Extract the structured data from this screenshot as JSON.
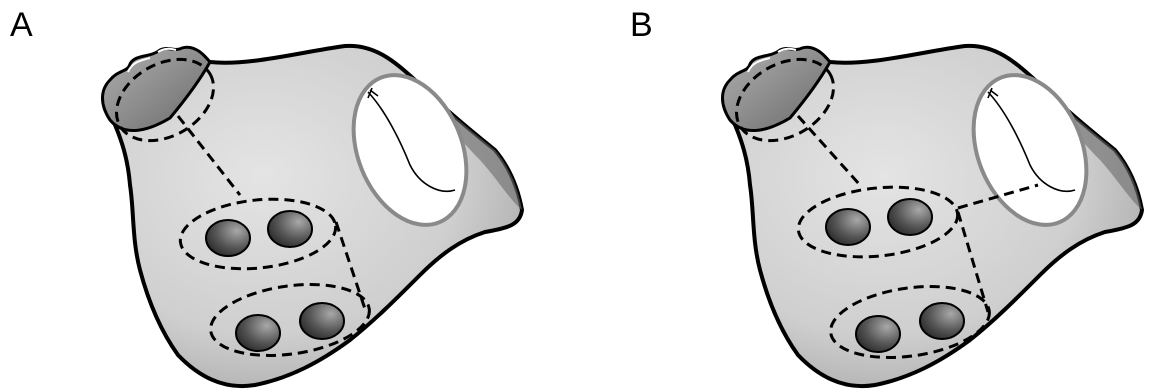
{
  "panels": [
    {
      "id": "A",
      "label": "A"
    },
    {
      "id": "B",
      "label": "B"
    }
  ],
  "colors": {
    "outline": "#000000",
    "body_light": "#dedede",
    "body_dark": "#7f7f7f",
    "hole_fill": "#ffffff",
    "hole_rim": "#8a8a8a",
    "node_dark": "#3a3a3a",
    "node_light": "#9a9a9a"
  }
}
